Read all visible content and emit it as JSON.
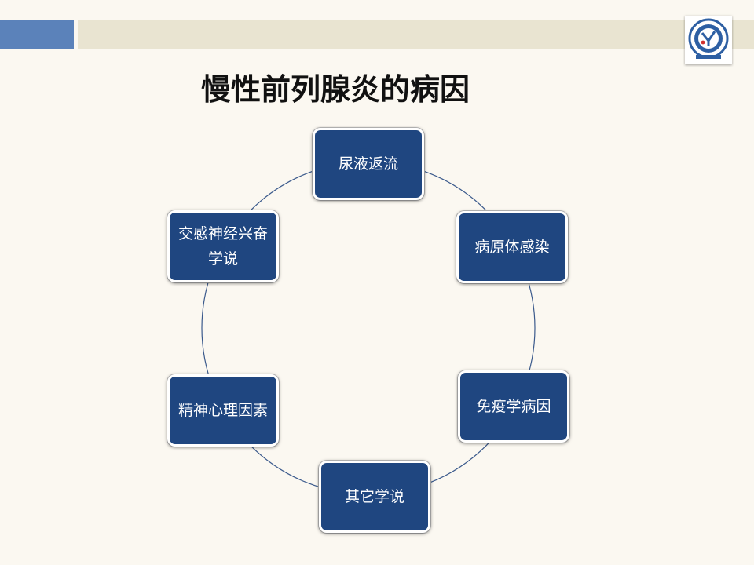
{
  "title": "慢性前列腺炎的病因",
  "colors": {
    "node_fill": "#1f4680",
    "ring": "#3b5a8c",
    "accent_blue": "#5b82ba",
    "bar_beige": "#e9e4d1"
  },
  "logo": {
    "icon": "school-emblem-icon"
  },
  "diagram": {
    "type": "cycle",
    "nodes": [
      {
        "label": "尿液返流"
      },
      {
        "label": "病原体感染"
      },
      {
        "label": "免疫学病因"
      },
      {
        "label": "其它学说"
      },
      {
        "label": "精神心理因素"
      },
      {
        "label": "交感神经兴奋学说"
      }
    ]
  }
}
